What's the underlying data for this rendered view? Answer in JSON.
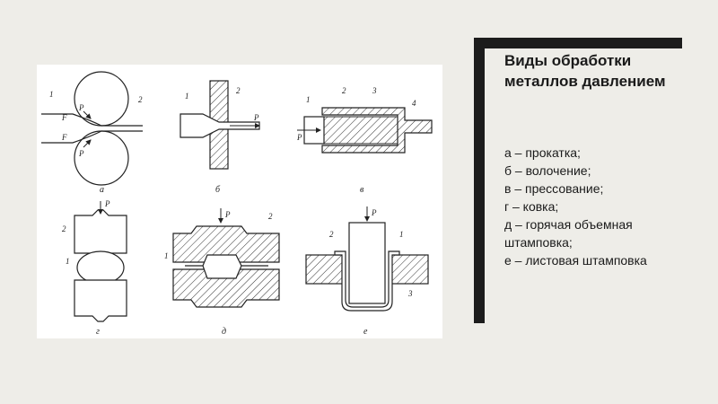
{
  "slide": {
    "title": "Виды обработки металлов давлением",
    "items": [
      "а – прокатка;",
      "б – волочение;",
      "в – прессование;",
      "г – ковка;",
      "д – горячая объемная штамповка;",
      "е – листовая штамповка"
    ]
  },
  "figure": {
    "panels": [
      {
        "letter": "а",
        "labels": [
          "1",
          "2",
          "P",
          "P",
          "F",
          "F"
        ]
      },
      {
        "letter": "б",
        "labels": [
          "1",
          "2",
          "P"
        ]
      },
      {
        "letter": "в",
        "labels": [
          "1",
          "2",
          "3",
          "4",
          "P"
        ]
      },
      {
        "letter": "г",
        "labels": [
          "P",
          "2",
          "1"
        ]
      },
      {
        "letter": "д",
        "labels": [
          "P",
          "2",
          "1"
        ]
      },
      {
        "letter": "е",
        "labels": [
          "P",
          "2",
          "1",
          "3"
        ]
      }
    ]
  },
  "colors": {
    "background": "#eeede8",
    "accent": "#1c1c1c",
    "line": "#222222"
  }
}
